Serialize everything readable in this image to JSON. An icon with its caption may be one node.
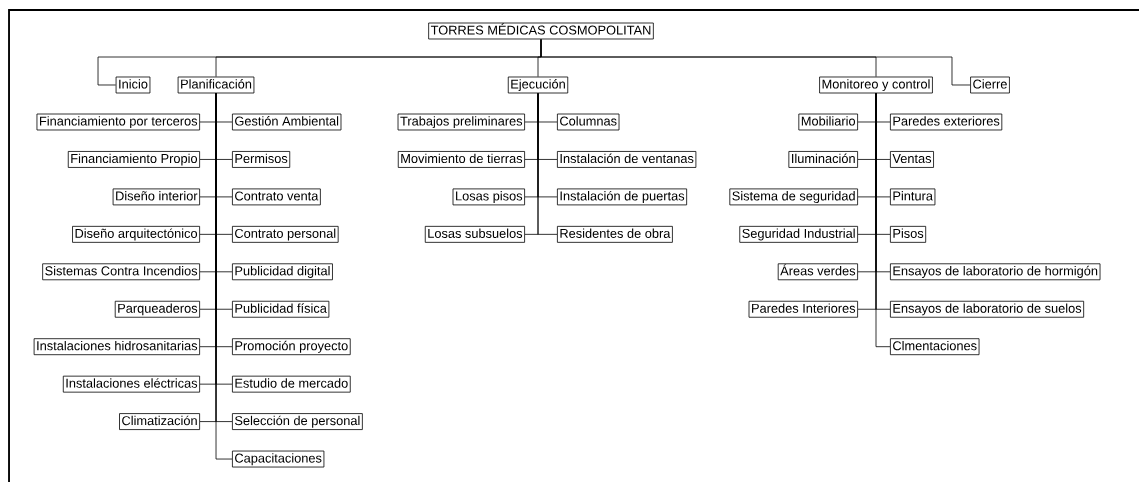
{
  "diagram": {
    "nodes": [
      {
        "text": [
          "TORRES MÉDICAS COSMOPOLITAN"
        ]
      },
      {
        "text": [
          "Inicio"
        ]
      },
      {
        "text": [
          "Planificación"
        ]
      },
      {
        "text": [
          "Ejecución"
        ]
      },
      {
        "text": [
          "Monitoreo y control"
        ]
      },
      {
        "text": [
          "Cierre"
        ]
      },
      {
        "text": [
          "Financiamiento por terceros"
        ]
      },
      {
        "text": [
          "Gestión Ambiental"
        ]
      },
      {
        "text": [
          "Financiamiento Propio"
        ]
      },
      {
        "text": [
          "Permisos"
        ]
      },
      {
        "text": [
          "Diseño interior"
        ]
      },
      {
        "text": [
          "Contrato venta"
        ]
      },
      {
        "text": [
          "Diseño arquitectónico"
        ]
      },
      {
        "text": [
          "Contrato personal"
        ]
      },
      {
        "text": [
          "Sistemas Contra Incendios"
        ]
      },
      {
        "text": [
          "Publicidad digital"
        ]
      },
      {
        "text": [
          "Parqueaderos"
        ]
      },
      {
        "text": [
          "Publicidad física"
        ]
      },
      {
        "text": [
          "Instalaciones hidrosanitarias"
        ]
      },
      {
        "text": [
          "Promoción proyecto"
        ]
      },
      {
        "text": [
          "Instalaciones eléctricas"
        ]
      },
      {
        "text": [
          "Estudio de mercado"
        ]
      },
      {
        "text": [
          "Climatización"
        ]
      },
      {
        "text": [
          "Selección de personal"
        ]
      },
      {
        "text": [
          "Capacitaciones"
        ]
      },
      {
        "text": [
          "Trabajos preliminares"
        ]
      },
      {
        "text": [
          "Columnas"
        ]
      },
      {
        "text": [
          "Movimiento de tierras"
        ]
      },
      {
        "text": [
          "Instalación de ventanas"
        ]
      },
      {
        "text": [
          "Losas pisos"
        ]
      },
      {
        "text": [
          "Instalación de puertas"
        ]
      },
      {
        "text": [
          "Losas subsuelos"
        ]
      },
      {
        "text": [
          "Residentes de obra"
        ]
      },
      {
        "text": [
          "Mobiliario"
        ]
      },
      {
        "text": [
          "Paredes exteriores"
        ]
      },
      {
        "text": [
          "Iluminación"
        ]
      },
      {
        "text": [
          "Ventas"
        ]
      },
      {
        "text": [
          "Sistema de seguridad"
        ]
      },
      {
        "text": [
          "Pintura"
        ]
      },
      {
        "text": [
          "Seguridad Industrial"
        ]
      },
      {
        "text": [
          "Pisos"
        ]
      },
      {
        "text": [
          "Áreas verdes"
        ]
      },
      {
        "text": [
          "Ensayos de laboratorio de hormigón"
        ]
      },
      {
        "text": [
          "Paredes Interiores"
        ]
      },
      {
        "text": [
          "Ensayos de laboratorio de suelos"
        ]
      },
      {
        "text": [
          "Clmentaciones"
        ]
      }
    ],
    "edges": [
      {
        "from": 0,
        "to": 1,
        "arrow": "none"
      },
      {
        "from": 0,
        "to": 2,
        "arrow": "none"
      },
      {
        "from": 0,
        "to": 3,
        "arrow": "none"
      },
      {
        "from": 0,
        "to": 4,
        "arrow": "none"
      },
      {
        "from": 0,
        "to": 5,
        "arrow": "none"
      },
      {
        "from": 2,
        "to": 6,
        "arrow": "none"
      },
      {
        "from": 2,
        "to": 7,
        "arrow": "none"
      },
      {
        "from": 2,
        "to": 8,
        "arrow": "none"
      },
      {
        "from": 2,
        "to": 9,
        "arrow": "none"
      },
      {
        "from": 2,
        "to": 10,
        "arrow": "none"
      },
      {
        "from": 2,
        "to": 11,
        "arrow": "none"
      },
      {
        "from": 2,
        "to": 12,
        "arrow": "none"
      },
      {
        "from": 2,
        "to": 13,
        "arrow": "none"
      },
      {
        "from": 2,
        "to": 14,
        "arrow": "none"
      },
      {
        "from": 2,
        "to": 15,
        "arrow": "none"
      },
      {
        "from": 2,
        "to": 16,
        "arrow": "none"
      },
      {
        "from": 2,
        "to": 17,
        "arrow": "none"
      },
      {
        "from": 2,
        "to": 18,
        "arrow": "none"
      },
      {
        "from": 2,
        "to": 19,
        "arrow": "none"
      },
      {
        "from": 2,
        "to": 20,
        "arrow": "none"
      },
      {
        "from": 2,
        "to": 21,
        "arrow": "none"
      },
      {
        "from": 2,
        "to": 22,
        "arrow": "none"
      },
      {
        "from": 2,
        "to": 23,
        "arrow": "none"
      },
      {
        "from": 2,
        "to": 24,
        "arrow": "none"
      },
      {
        "from": 3,
        "to": 25,
        "arrow": "none"
      },
      {
        "from": 3,
        "to": 26,
        "arrow": "none"
      },
      {
        "from": 3,
        "to": 27,
        "arrow": "none"
      },
      {
        "from": 3,
        "to": 28,
        "arrow": "none"
      },
      {
        "from": 3,
        "to": 29,
        "arrow": "none"
      },
      {
        "from": 3,
        "to": 30,
        "arrow": "none"
      },
      {
        "from": 3,
        "to": 31,
        "arrow": "none"
      },
      {
        "from": 3,
        "to": 32,
        "arrow": "none"
      },
      {
        "from": 4,
        "to": 33,
        "arrow": "none"
      },
      {
        "from": 4,
        "to": 34,
        "arrow": "none"
      },
      {
        "from": 4,
        "to": 35,
        "arrow": "none"
      },
      {
        "from": 4,
        "to": 36,
        "arrow": "none"
      },
      {
        "from": 4,
        "to": 37,
        "arrow": "none"
      },
      {
        "from": 4,
        "to": 38,
        "arrow": "none"
      },
      {
        "from": 4,
        "to": 39,
        "arrow": "none"
      },
      {
        "from": 4,
        "to": 40,
        "arrow": "none"
      },
      {
        "from": 4,
        "to": 41,
        "arrow": "none"
      },
      {
        "from": 4,
        "to": 42,
        "arrow": "none"
      },
      {
        "from": 4,
        "to": 43,
        "arrow": "none"
      },
      {
        "from": 4,
        "to": 44,
        "arrow": "none"
      },
      {
        "from": 4,
        "to": 45,
        "arrow": "none"
      }
    ]
  }
}
